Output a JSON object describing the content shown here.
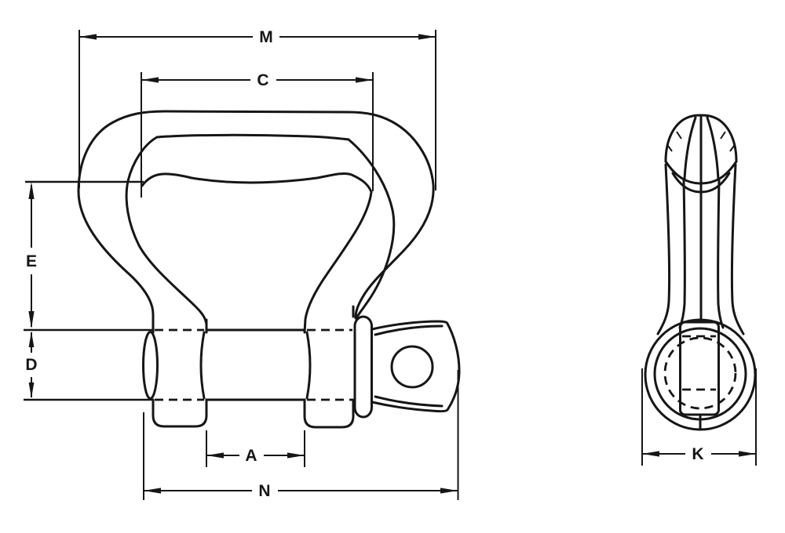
{
  "colors": {
    "background": "#ffffff",
    "line": "#161616"
  },
  "figures": {
    "front_view": {
      "name": "shackle front view with screw pin",
      "dimension_labels": {
        "M": "M",
        "C": "C",
        "E": "E",
        "D": "D",
        "A": "A",
        "N": "N"
      }
    },
    "side_view": {
      "name": "shackle side view through eye",
      "dimension_labels": {
        "K": "K"
      }
    }
  }
}
